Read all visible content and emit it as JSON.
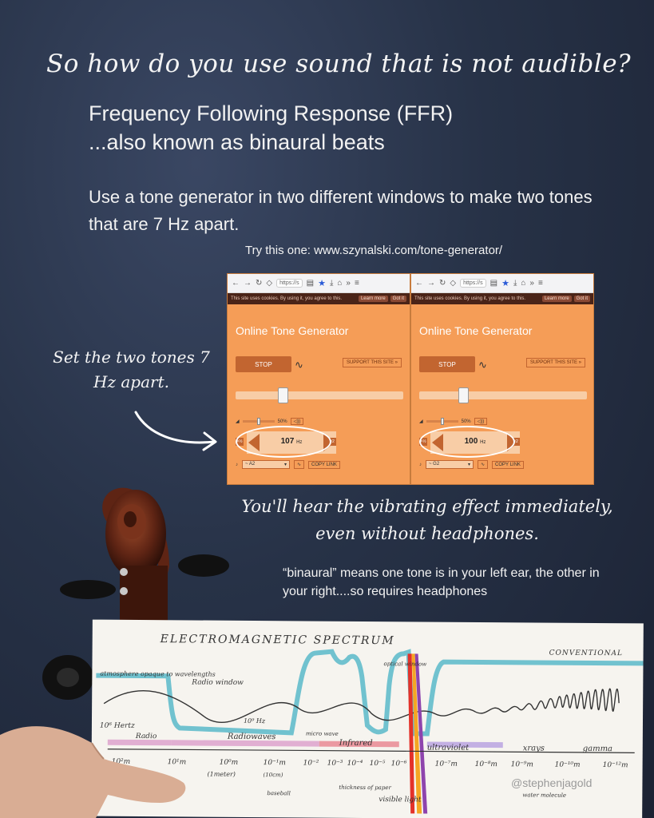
{
  "headline": "So how do you use sound that is not audible?",
  "ffr": {
    "line1": "Frequency Following Response (FFR)",
    "line2": "...also known as binaural beats"
  },
  "instruction": "Use a tone generator in two different windows to make two tones that are 7 Hz apart.",
  "try_link": "Try this one: www.szynalski.com/tone-generator/",
  "set_note": "Set the two tones 7 Hz apart.",
  "hear_note": "You'll hear the vibrating effect immediately, even without headphones.",
  "binaural_note": "“binaural” means one tone is in your left ear, the other in your right....so requires headphones",
  "tone_windows": [
    {
      "url": "https://s",
      "cookie_text": "This site uses cookies. By using it, you agree to this.",
      "learn_more": "Learn more",
      "got_it": "Got it",
      "app_title": "Online Tone Generator",
      "stop": "STOP",
      "support": "SUPPORT THIS SITE »",
      "volume": "50%",
      "frequency": "107",
      "unit": "Hz",
      "slider_fraction": 0.27,
      "note": "~ A2",
      "copy_link": "COPY LINK",
      "half": "×½",
      "double": "×2"
    },
    {
      "url": "https://s",
      "cookie_text": "This site uses cookies. By using it, you agree to this.",
      "learn_more": "Learn more",
      "got_it": "Got it",
      "app_title": "Online Tone Generator",
      "stop": "STOP",
      "support": "SUPPORT THIS SITE »",
      "volume": "50%",
      "frequency": "100",
      "unit": "Hz",
      "slider_fraction": 0.25,
      "note": "~ G2",
      "copy_link": "COPY LINK",
      "half": "×½",
      "double": "×2"
    }
  ],
  "spectrum_card": {
    "title": "ELECTROMAGNETIC SPECTRUM",
    "corner": "CONVENTIONAL",
    "labels": {
      "atmosphere": "atmosphere opaque to wavelengths",
      "radio_window": "Radio window",
      "optical_window": "optical window",
      "hertz_left": "10⁶ Hertz",
      "hertz_mid": "10⁹ Hz",
      "radio": "Radio",
      "radiowaves": "Radiowaves",
      "micro": "micro wave",
      "infrared": "Infrared",
      "ultraviolet": "ultraviolet",
      "xrays": "xrays",
      "gamma": "gamma",
      "visible": "visible light",
      "meter": "(1meter)",
      "cm": "(10cm)",
      "baseball": "baseball",
      "paper": "thickness of paper",
      "water": "water molecule"
    },
    "scale": [
      "10²m",
      "10¹m",
      "10⁰m",
      "10⁻¹m",
      "10⁻²",
      "10⁻³",
      "10⁻⁴",
      "10⁻⁵",
      "10⁻⁶",
      "10⁻⁷m",
      "10⁻⁸m",
      "10⁻⁹m",
      "10⁻¹⁰m",
      "10⁻¹²m"
    ]
  },
  "watermark": "@stephenjagold",
  "colors": {
    "background": "#273247",
    "tone_orange": "#f59d57",
    "button_orange": "#c26530"
  }
}
